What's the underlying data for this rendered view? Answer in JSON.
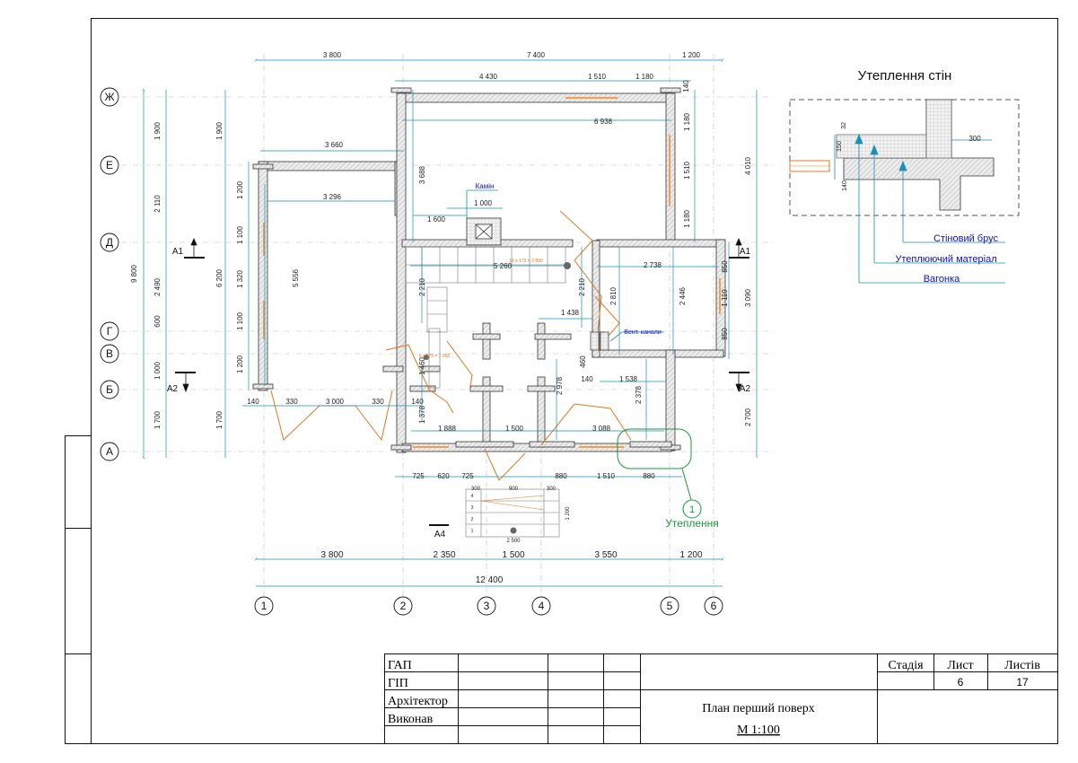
{
  "colors": {
    "line": "#111111",
    "dim": "#1a8fb8",
    "dim_text": "#222222",
    "wall_fill": "#e6e6e6",
    "window": "#f0a050",
    "stair": "#e07820",
    "callout": "#1a9a3a",
    "annotation": "#1010c0"
  },
  "drawing": {
    "top_dims": [
      "3 800",
      "7 400",
      "1 200"
    ],
    "top_dims_inner": [
      "4 430",
      "1 510",
      "1 180",
      "140"
    ],
    "top_ext": "6 938",
    "left_total": "9 800",
    "left_dims_outer": [
      "1 900",
      "2 110",
      "2 490",
      "600",
      "1 000",
      "1 700"
    ],
    "left_dims_mid": [
      "1 900",
      "6 200",
      "1 700"
    ],
    "left_dims_inner": [
      "1 200",
      "1 100",
      "1 320",
      "1 100",
      "1 200"
    ],
    "bottom_dims_1": [
      "3 800",
      "2 350",
      "1 500",
      "3 550",
      "1 200"
    ],
    "bottom_total": "12 400",
    "bottom_dims_2": [
      "725",
      "620",
      "725",
      "880",
      "1 510",
      "880"
    ],
    "inner_bottom_dims": [
      "1 888",
      "1 500",
      "3 088"
    ],
    "porch_dims": [
      "140",
      "330",
      "3 000",
      "330",
      "140"
    ],
    "room_dims": [
      "3 660",
      "3 296",
      "5 556",
      "3 688",
      "1 600",
      "1 000",
      "5 260",
      "2 210",
      "2 210",
      "2 738",
      "2 810",
      "2 446",
      "1 438",
      "1 538",
      "140",
      "460",
      "1 460",
      "1 378",
      "2 978",
      "2 378"
    ],
    "right_dims": [
      "1 180",
      "1 510",
      "1 180",
      "4 010",
      "850",
      "1 110",
      "3 090",
      "850",
      "2 700"
    ],
    "axes_letters": [
      "Ж",
      "Е",
      "Д",
      "Г",
      "В",
      "Б",
      "А"
    ],
    "axes_numbers": [
      "1",
      "2",
      "3",
      "4",
      "5",
      "6"
    ],
    "section_marks": [
      "А1",
      "А1",
      "А2",
      "А2",
      "А4"
    ],
    "fireplace_label": "Камін",
    "vent_label": "Вент. канали",
    "stair_note": "16 х 175 = 2 800",
    "stair_note_2": "6 х 175 = 1 050",
    "porch_stair_dims": [
      "300",
      "900",
      "300",
      "1 200",
      "2 500"
    ],
    "porch_steps": [
      "4",
      "3",
      "2",
      "1"
    ],
    "callout_number": "1",
    "callout_label": "Утеплення"
  },
  "detail": {
    "title": "Утеплення стін",
    "dims": [
      "32",
      "150",
      "140",
      "300"
    ],
    "labels": [
      "Стіновий брус",
      "Утеплюючий матеріал",
      "Вагонка"
    ]
  },
  "title_block": {
    "roles": [
      "ГАП",
      "ГІП",
      "Архітектор",
      "Виконав"
    ],
    "stage_header": "Стадія",
    "sheet_header": "Лист",
    "sheets_header": "Листів",
    "sheet_number": "6",
    "sheets_total": "17",
    "drawing_title": "План перший поверх",
    "scale": "М 1:100"
  }
}
